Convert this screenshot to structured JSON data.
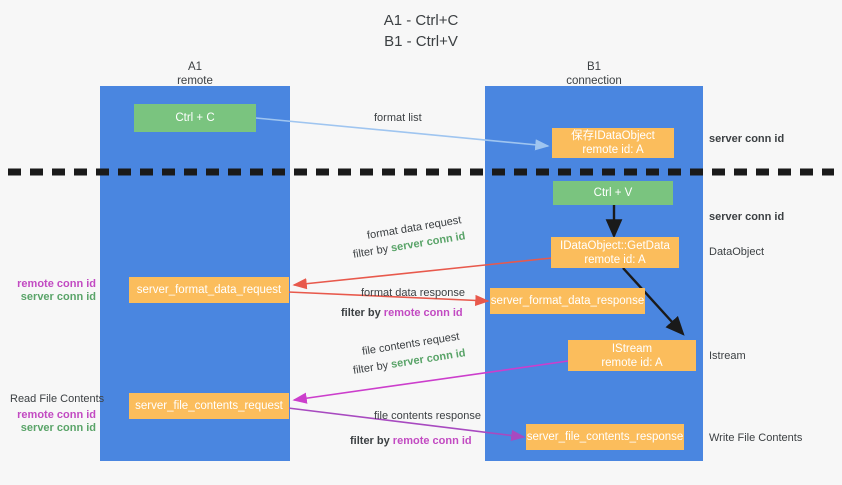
{
  "title": {
    "line1": "A1 - Ctrl+C",
    "line2": "B1 - Ctrl+V"
  },
  "colors": {
    "lane": "#4a86e0",
    "green_box": "#7ac47f",
    "orange_box": "#fbbd5c",
    "background": "#f7f7f7",
    "server_conn_id": "#5aa469",
    "remote_conn_id": "#c24ac2",
    "arrow_blue": "#9fc5f0",
    "arrow_red": "#e8594c",
    "arrow_black": "#1a1a1a",
    "arrow_magenta": "#cc3ecc",
    "arrow_purple": "#a84ac0",
    "text": "#3c4043"
  },
  "lanes": [
    {
      "name": "A1",
      "sub": "remote"
    },
    {
      "name": "B1",
      "sub": "connection"
    }
  ],
  "boxes": {
    "ctrl_c": {
      "line1": "Ctrl + C"
    },
    "save_idataobject": {
      "line1": "保存IDataObject",
      "line2": "remote id: A"
    },
    "ctrl_v": {
      "line1": "Ctrl + V"
    },
    "getdata": {
      "line1": "IDataObject::GetData",
      "line2": "remote id: A"
    },
    "format_data_request": {
      "line1": "server_format_data_request"
    },
    "format_data_response": {
      "line1": "server_format_data_response"
    },
    "istream": {
      "line1": "IStream",
      "line2": "remote id: A"
    },
    "file_contents_request": {
      "line1": "server_file_contents_request"
    },
    "file_contents_response": {
      "line1": "server_file_contents_response"
    }
  },
  "arrow_labels": {
    "format_list": "format list",
    "format_data_request": "format data request",
    "format_data_request_filter_prefix": "filter by ",
    "format_data_request_filter_key": "server conn id",
    "format_data_response": "format data response",
    "format_data_response_filter_prefix": "filter by ",
    "format_data_response_filter_key": "remote conn id",
    "file_contents_request": "file contents request",
    "file_contents_request_filter_prefix": "filter by ",
    "file_contents_request_filter_key": "server conn id",
    "file_contents_response": "file contents response",
    "file_contents_response_filter_prefix": "filter by ",
    "file_contents_response_filter_key": "remote conn id"
  },
  "side_labels": {
    "server_conn_id_top": "server conn id",
    "server_conn_id_mid": "server conn id",
    "dataobject": "DataObject",
    "istream": "Istream",
    "write_file_contents": "Write File Contents",
    "read_file_contents": "Read File Contents"
  },
  "left_conn_groups": [
    {
      "remote": "remote conn id",
      "server": "server conn id"
    },
    {
      "remote": "remote conn id",
      "server": "server conn id"
    }
  ]
}
